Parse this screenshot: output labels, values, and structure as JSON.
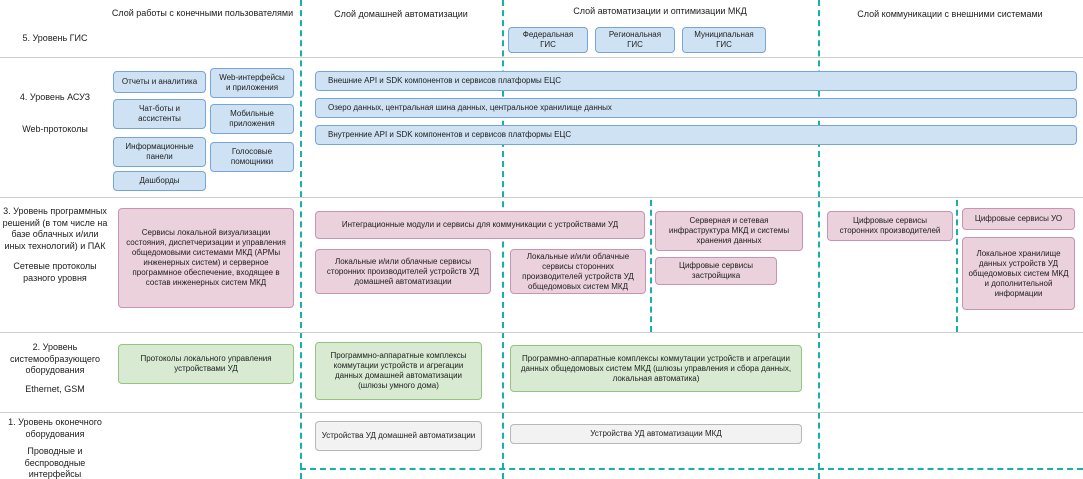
{
  "diagram": {
    "column_headers": [
      "Слой работы с конечными пользователями",
      "Слой домашней автоматизации",
      "Слой автоматизации и оптимизации МКД",
      "Слой коммуникации с внешними системами"
    ],
    "levels": [
      {
        "title": "5. Уровень ГИС",
        "subtitle": ""
      },
      {
        "title": "4. Уровень АСУЗ",
        "subtitle": "Web-протоколы"
      },
      {
        "title": "3. Уровень программных решений (в том числе на базе облачных и/или иных технологий) и ПАК",
        "subtitle": "Сетевые протоколы разного уровня"
      },
      {
        "title": "2. Уровень системообразующего оборудования",
        "subtitle": "Ethernet, GSM"
      },
      {
        "title": "1. Уровень оконечного оборудования",
        "subtitle": "Проводные и беспроводные интерфейсы"
      }
    ],
    "gis_boxes": [
      "Федеральная ГИС",
      "Региональная ГИС",
      "Муниципальная ГИС"
    ],
    "user_layer_boxes": [
      "Отчеты и аналитика",
      "Web-интерфейсы и приложения",
      "Чат-боты и ассистенты",
      "Мобильные приложения",
      "Информационные панели",
      "Голосовые помощники",
      "Дашборды"
    ],
    "platform_bars": [
      "Внешние API и SDK компонентов и сервисов платформы ЕЦС",
      "Озеро данных, центральная шина данных, центральное хранилище данных",
      "Внутренние API и SDK компонентов и сервисов платформы ЕЦС"
    ],
    "software_boxes": {
      "local_visualization": "Сервисы локальной визуализации состояния, диспетчеризации и управления общедомовыми системами МКД (АРМы инженерных систем) и серверное программное обеспечение, входящее в состав инженерных систем МКД",
      "integration_modules": "Интеграционные модули и сервисы для коммуникации с устройствами УД",
      "home_cloud_services": "Локальные и/или облачные сервисы сторонних производителей устройств УД домашней автоматизации",
      "mkd_cloud_services": "Локальные и/или облачные сервисы сторонних производителей устройств УД общедомовых систем МКД",
      "server_infrastructure": "Серверная и сетевая инфраструктура МКД и системы хранения данных",
      "developer_services": "Цифровые сервисы застройщика",
      "third_party_services": "Цифровые сервисы сторонних производителей",
      "uo_services": "Цифровые сервисы УО",
      "local_storage": "Локальное хранилище данных устройств УД общедомовых систем МКД и дополнительной информации"
    },
    "hardware_boxes": {
      "local_protocols": "Протоколы локального управления устройствами УД",
      "home_gateways": "Программно-аппаратные комплексы коммутации устройств и агрегации данных домашней автоматизации (шлюзы умного дома)",
      "mkd_gateways": "Программно-аппаратные комплексы коммутации устройств и агрегации данных общедомовых систем МКД (шлюзы управления и сбора данных, локальная автоматика)"
    },
    "device_boxes": {
      "home_devices": "Устройства УД домашней автоматизации",
      "mkd_devices": "Устройства УД автоматизации МКД"
    },
    "colors": {
      "blue_fill": "#cfe2f3",
      "blue_border": "#76a5d8",
      "pink_fill": "#ead1dc",
      "pink_border": "#c994b4",
      "green_fill": "#d9ead3",
      "green_border": "#94c47d",
      "gray_fill": "#f2f2f2",
      "gray_border": "#b7b7b7",
      "dashed_line": "#17b1ab",
      "divider_line": "#cfcfcf"
    }
  }
}
